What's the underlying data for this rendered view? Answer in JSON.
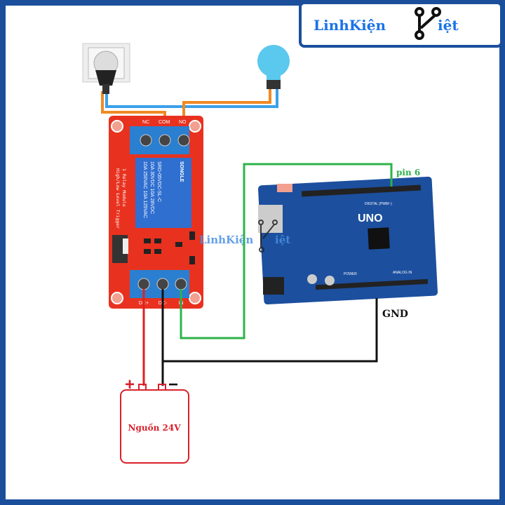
{
  "logo": {
    "text_left": "LinhKiện",
    "text_right": "iệt",
    "brand_color": "#1a73e8"
  },
  "watermark": {
    "text_left": "LinhKiện",
    "text_right": "iệt"
  },
  "relay": {
    "terminals_top": [
      "NC",
      "COM",
      "NO"
    ],
    "module_label": "1 Relay Module",
    "trigger_label": "High/Low Level Trigger",
    "relay_brand": "SONGLE",
    "relay_model": "SRD-05VDC-SL-C",
    "relay_rating_1": "10A 250VAC 10A 125VAC",
    "relay_rating_2": "10A 30VDC 10A 28VDC",
    "terminals_bottom": [
      "DC+",
      "DC-",
      "IN"
    ]
  },
  "arduino": {
    "label": "UNO",
    "header_label": "DIGITAL (PWM~)",
    "power_label": "POWER",
    "analog_label": "ANALOG IN"
  },
  "labels": {
    "pin": "pin 6",
    "gnd": "GND",
    "power_supply": "Nguồn 24V",
    "plus": "+",
    "minus": "−"
  },
  "colors": {
    "frame": "#1b4f9c",
    "relay_board": "#e8321f",
    "terminal": "#2b7fd0",
    "arduino": "#1c4f9e",
    "wire_orange": "#f08a24",
    "wire_blue": "#3aa0e8",
    "wire_green": "#2db34a",
    "wire_red": "#e02020",
    "wire_black": "#111111",
    "battery": "#d9212b"
  }
}
